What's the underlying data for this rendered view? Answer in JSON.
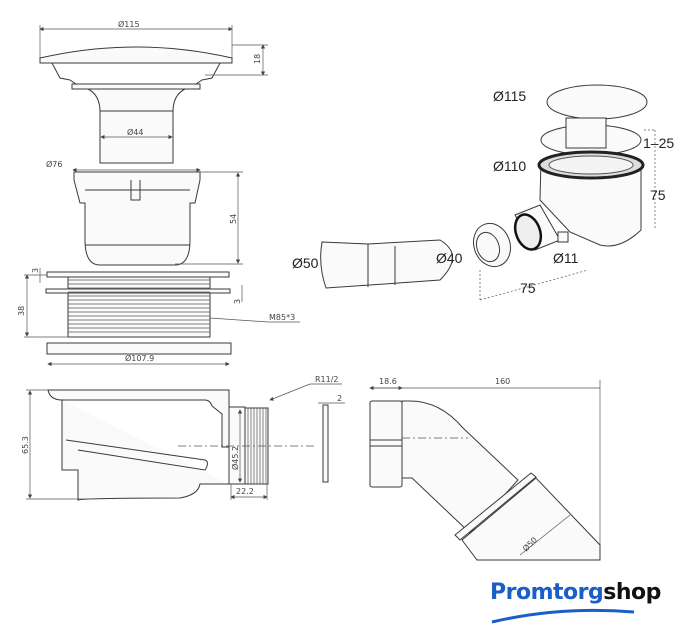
{
  "drawing": {
    "cap": {
      "diameter": "Ø115",
      "height": "18",
      "neck_diameter": "Ø44"
    },
    "cup": {
      "diameter": "Ø76",
      "height": "54"
    },
    "nut": {
      "height": "38",
      "flange": "3",
      "gap": "3",
      "thread": "M85*3"
    },
    "plate": {
      "diameter": "Ø107.9"
    },
    "body": {
      "height": "65.3",
      "outlet_diameter": "Ø45.2",
      "outlet_length": "22.2",
      "thread": "R11/2"
    },
    "gasket": {
      "thickness": "2"
    },
    "elbow": {
      "nut_width": "18.6",
      "length": "160",
      "diameter": "Ø50"
    },
    "iso": {
      "cap_diameter": "Ø115",
      "flange_diameter": "Ø110",
      "adjust_range": "1–25",
      "height": "75",
      "pipe_diameter": "Ø50",
      "reducer_diameter": "Ø40",
      "overflow_diameter": "Ø11",
      "offset": "75"
    }
  },
  "logo": {
    "part1": "Promtorg",
    "part2": "shop"
  },
  "colors": {
    "brand_blue": "#1a5fc8",
    "line": "#3a3a3a"
  }
}
